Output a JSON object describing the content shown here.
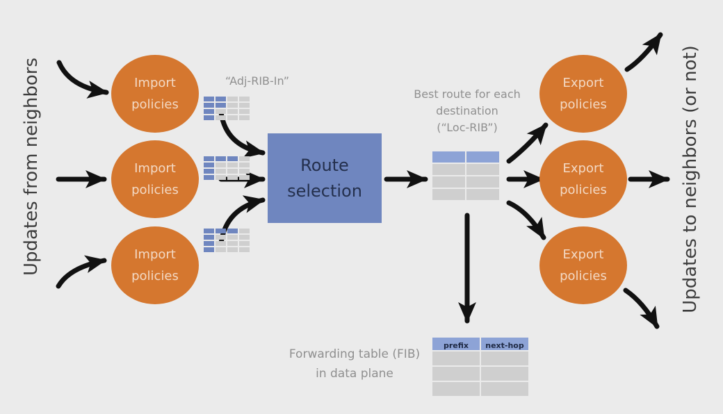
{
  "left_label": "Updates from neighbors",
  "right_label": "Updates to neighbors (or not)",
  "import_policies": [
    {
      "line1": "Import",
      "line2": "policies"
    },
    {
      "line1": "Import",
      "line2": "policies"
    },
    {
      "line1": "Import",
      "line2": "policies"
    }
  ],
  "adj_rib_in": "“Adj-RIB-In”",
  "route_selection": {
    "line1": "Route",
    "line2": "selection"
  },
  "loc_rib": {
    "line1": "Best route for each",
    "line2": "destination",
    "line3": "(“Loc-RIB”)"
  },
  "export_policies": [
    {
      "line1": "Export",
      "line2": "policies"
    },
    {
      "line1": "Export",
      "line2": "policies"
    },
    {
      "line1": "Export",
      "line2": "policies"
    }
  ],
  "fib": {
    "caption_line1": "Forwarding table (FIB)",
    "caption_line2": "in data plane",
    "col1": "prefix",
    "col2": "next-hop"
  },
  "colors": {
    "background": "#ebebeb",
    "policy_circle": "#d5772f",
    "route_box": "#6f86bf",
    "table_header": "#8da3d6",
    "table_cell": "#cfcfcf",
    "arrow": "#111111"
  }
}
